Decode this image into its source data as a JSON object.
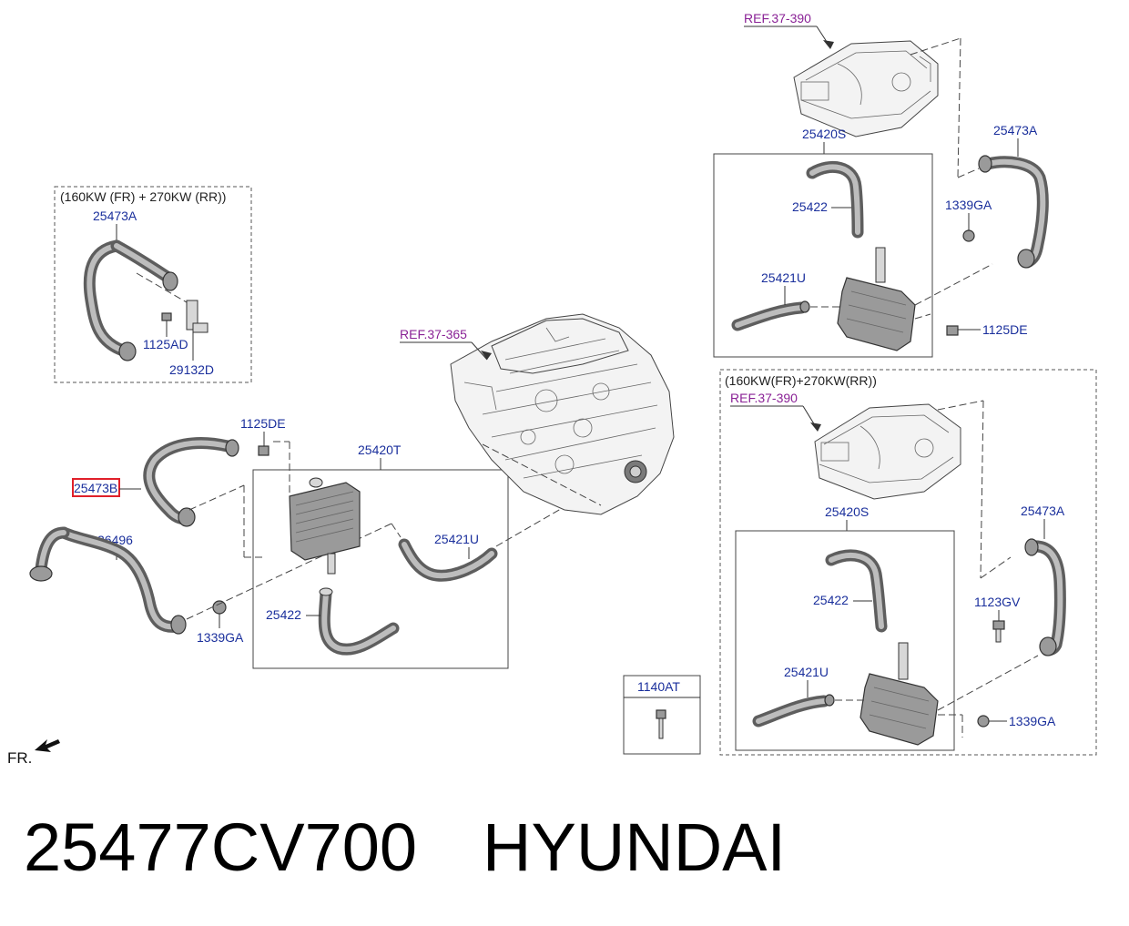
{
  "labels": {
    "l25473a_left": "25473A",
    "l1125ad": "1125AD",
    "l29132d": "29132D",
    "l1125de_mid": "1125DE",
    "l25473b": "25473B",
    "l25420t": "25420T",
    "l25421u_mid": "25421U",
    "l26496": "26496",
    "l25422_mid": "25422",
    "l1339ga_mid": "1339GA",
    "l1140at": "1140AT",
    "l25420s_top": "25420S",
    "l25422_top": "25422",
    "l25421u_top": "25421U",
    "l25473a_top": "25473A",
    "l1339ga_top": "1339GA",
    "l1125de_top": "1125DE",
    "l25420s_bot": "25420S",
    "l25422_bot": "25422",
    "l25421u_bot": "25421U",
    "l25473a_bot": "25473A",
    "l1123gv": "1123GV",
    "l1339ga_bot": "1339GA"
  },
  "refs": {
    "ref_top": "REF.37-390",
    "ref_mid": "REF.37-365",
    "ref_bot": "REF.37-390"
  },
  "notes": {
    "left_box": "(160KW (FR) + 270KW (RR))",
    "right_box": "(160KW(FR)+270KW(RR))"
  },
  "fr_label": "FR.",
  "footer": {
    "part_number": "25477CV700",
    "brand": "HYUNDAI"
  },
  "colors": {
    "label": "#1a2f9c",
    "reference": "#8a2296",
    "highlight": "#e0202a"
  }
}
